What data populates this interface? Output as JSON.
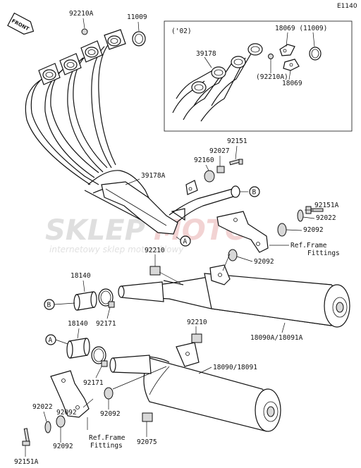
{
  "diagram_code": "E1140",
  "front_tag": "FRONT",
  "inset_note": "('02)",
  "watermark": {
    "brand_left": "SKLEP",
    "brand_right": "MOTO",
    "tagline": "internetowy sklep motocyklowy"
  },
  "callouts": {
    "a": "A",
    "b": "B"
  },
  "labels": {
    "p92210A_top": "92210A",
    "p11009_top": "11009",
    "p18069_11009": "18069 (11009)",
    "p39178": "39178",
    "p92210A_inset": "(92210A)",
    "p18069": "18069",
    "p92151": "92151",
    "p92027": "92027",
    "p92160": "92160",
    "p39178A": "39178A",
    "p92151A_right": "92151A",
    "p92022_right": "92022",
    "p92092_right1": "92092",
    "p92210": "92210",
    "ref_frame_right_1": "Ref.Frame",
    "ref_frame_right_2": "Fittings",
    "p92092_right2": "92092",
    "p18140_1": "18140",
    "p92171_1": "92171",
    "p18090A": "18090A/18091A",
    "p18140_2": "18140",
    "p92210_2": "92210",
    "p18090": "18090/18091",
    "p92171_2": "92171",
    "p92022_left": "92022",
    "p92092_left1": "92092",
    "p92092_left2": "92092",
    "ref_frame_left_1": "Ref.Frame",
    "ref_frame_left_2": "Fittings",
    "p92075": "92075",
    "p92151A_left": "92151A"
  }
}
